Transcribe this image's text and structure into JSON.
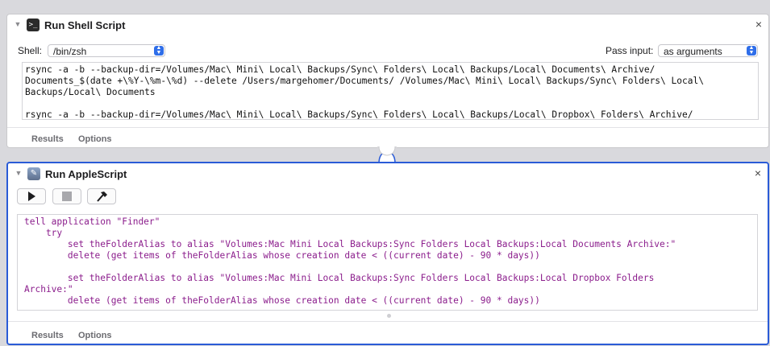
{
  "shell_action": {
    "title": "Run Shell Script",
    "shell_label": "Shell:",
    "shell_value": "/bin/zsh",
    "pass_input_label": "Pass input:",
    "pass_input_value": "as arguments",
    "code": "rsync -a -b --backup-dir=/Volumes/Mac\\ Mini\\ Local\\ Backups/Sync\\ Folders\\ Local\\ Backups/Local\\ Documents\\ Archive/\nDocuments_$(date +\\%Y-\\%m-\\%d) --delete /Users/margehomer/Documents/ /Volumes/Mac\\ Mini\\ Local\\ Backups/Sync\\ Folders\\ Local\\\nBackups/Local\\ Documents\n\nrsync -a -b --backup-dir=/Volumes/Mac\\ Mini\\ Local\\ Backups/Sync\\ Folders\\ Local\\ Backups/Local\\ Dropbox\\ Folders\\ Archive/",
    "footer_results": "Results",
    "footer_options": "Options",
    "close_glyph": "×"
  },
  "applescript_action": {
    "title": "Run AppleScript",
    "code": "tell application \"Finder\"\n    try\n        set theFolderAlias to alias \"Volumes:Mac Mini Local Backups:Sync Folders Local Backups:Local Documents Archive:\"\n        delete (get items of theFolderAlias whose creation date < ((current date) - 90 * days))\n\n        set theFolderAlias to alias \"Volumes:Mac Mini Local Backups:Sync Folders Local Backups:Local Dropbox Folders\nArchive:\"\n        delete (get items of theFolderAlias whose creation date < ((current date) - 90 * days))",
    "footer_results": "Results",
    "footer_options": "Options",
    "close_glyph": "×",
    "toolbar": {
      "run_icon": "play-icon",
      "stop_icon": "stop-icon",
      "compile_icon": "hammer-icon"
    }
  },
  "colors": {
    "selection_border": "#2a5bd7",
    "applescript_text": "#8b1d8c",
    "popup_accent": "#2f6ee9"
  }
}
